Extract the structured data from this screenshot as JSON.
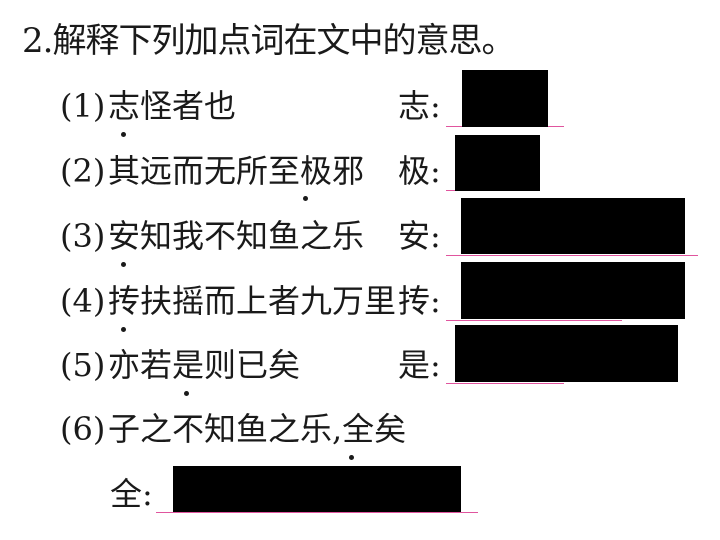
{
  "question": {
    "number": "2.",
    "prompt": "解释下列加点词在文中的意思。"
  },
  "items": [
    {
      "label": "(1)",
      "sentence": "志怪者也",
      "target_char": "志",
      "colon": ":",
      "dotted_char": "志"
    },
    {
      "label": "(2)",
      "sentence": "其远而无所至极邪",
      "target_char": "极",
      "colon": ":",
      "dotted_char": "极"
    },
    {
      "label": "(3)",
      "sentence": "安知我不知鱼之乐",
      "target_char": "安",
      "colon": ":",
      "dotted_char": "安"
    },
    {
      "label": "(4)",
      "sentence": "抟扶摇而上者九万里",
      "target_char": "抟",
      "colon": ":",
      "dotted_char": "抟"
    },
    {
      "label": "(5)",
      "sentence": "亦若是则已矣",
      "target_char": "是",
      "colon": ":",
      "dotted_char": "是"
    },
    {
      "label": "(6)",
      "sentence": "子之不知鱼之乐,全矣",
      "target_char": "全",
      "colon": ":",
      "dotted_char": "全"
    }
  ],
  "colors": {
    "text": "#1a1a1a",
    "answer_line": "#e0559e",
    "redaction": "#000000"
  }
}
